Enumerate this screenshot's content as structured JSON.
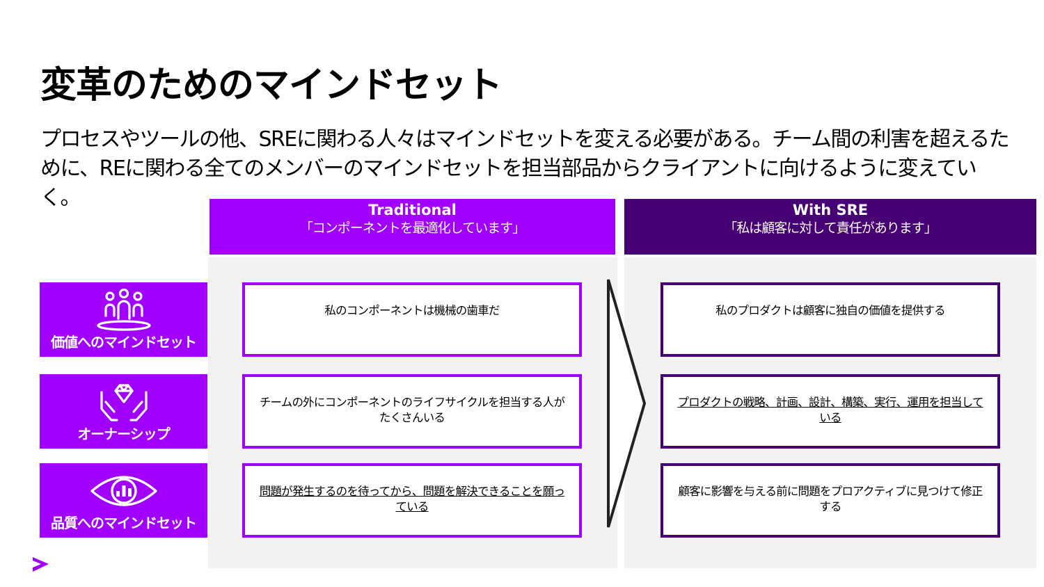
{
  "slide": {
    "title": "変革のためのマインドセット",
    "subtitle": "プロセスやツールの他、SREに関わる人々はマインドセットを変える必要がある。チーム間の利害を超えるために、REに関わる全てのメンバーのマインドセットを担当部品からクライアントに向けるように変えていく。"
  },
  "columns": {
    "traditional": {
      "title": "Traditional",
      "subtitle": "「コンポーネントを最適化しています」"
    },
    "sre": {
      "title": "With SRE",
      "subtitle": "「私は顧客に対して責任があります」"
    }
  },
  "rows": [
    {
      "label": "価値へのマインドセット",
      "icon": "people-icon",
      "traditional": "私のコンポーネントは機械の歯車だ",
      "sre": "私のプロダクトは顧客に独自の価値を提供する"
    },
    {
      "label": "オーナーシップ",
      "icon": "hands-diamond-icon",
      "traditional": "チームの外にコンポーネントのライフサイクルを担当する人がたくさんいる",
      "sre": "プロダクトの戦略、計画、設計、構築、実行、運用を担当している"
    },
    {
      "label": "品質へのマインドセット",
      "icon": "eye-chart-icon",
      "traditional": "問題が発生するのを待ってから、問題を解決できることを願っている",
      "sre": "顧客に影響を与える前に問題をプロアクティブに見つけて修正する"
    }
  ],
  "colors": {
    "purple": "#a100ff",
    "dark_purple": "#460073",
    "panel_gray": "#f2f2f2"
  },
  "logo": "accenture-greater-than-logo"
}
